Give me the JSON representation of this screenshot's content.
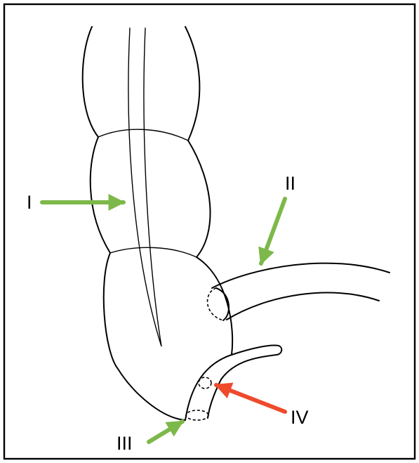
{
  "labels": {
    "i": "I",
    "ii": "II",
    "iii": "III",
    "iv": "IV"
  },
  "colors": {
    "green_arrow": "#7db84a",
    "red_arrow": "#ef4a2c",
    "line": "#000000",
    "border": "#000000",
    "background": "#ffffff"
  }
}
